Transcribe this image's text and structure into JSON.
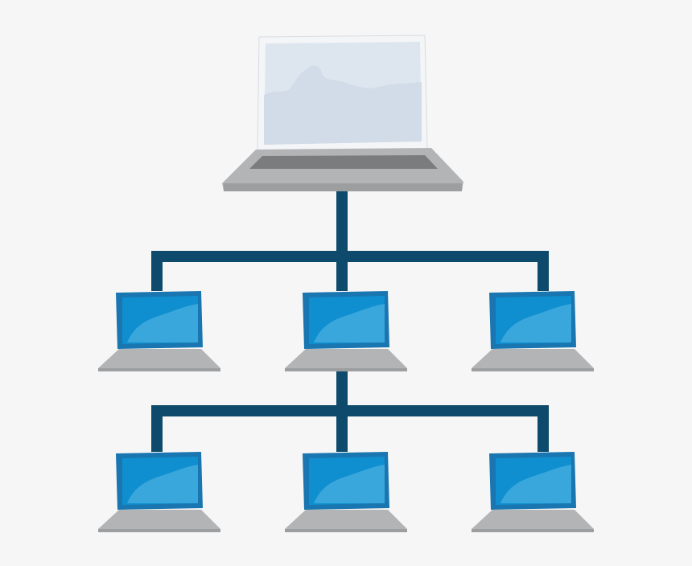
{
  "diagram": {
    "type": "hierarchical-network",
    "root": {
      "label": "",
      "device": "laptop-icon"
    },
    "levels": [
      {
        "nodes": [
          {
            "label": "",
            "device": "laptop-icon"
          },
          {
            "label": "",
            "device": "laptop-icon"
          },
          {
            "label": "",
            "device": "laptop-icon"
          }
        ]
      },
      {
        "nodes": [
          {
            "label": "",
            "device": "laptop-icon"
          },
          {
            "label": "",
            "device": "laptop-icon"
          },
          {
            "label": "",
            "device": "laptop-icon"
          }
        ]
      }
    ],
    "connections": [
      {
        "from": "root",
        "to": "level1-node1"
      },
      {
        "from": "root",
        "to": "level1-node2"
      },
      {
        "from": "root",
        "to": "level1-node3"
      },
      {
        "from": "level1-node2",
        "to": "level2-node1"
      },
      {
        "from": "level1-node2",
        "to": "level2-node2"
      },
      {
        "from": "level1-node2",
        "to": "level2-node3"
      }
    ]
  },
  "colors": {
    "background": "#f6f6f6",
    "connector": "#0d4a6b",
    "root_screen": "#dde6ef",
    "root_bezel": "#f4f5f6",
    "base": "#b3b4b6",
    "base_shadow": "#9d9ea0",
    "keyboard": "#7b7c7e",
    "child_bezel": "#1976b0",
    "child_screen": "#0f8fcf",
    "child_screen_highlight": "#3aa7dc"
  }
}
